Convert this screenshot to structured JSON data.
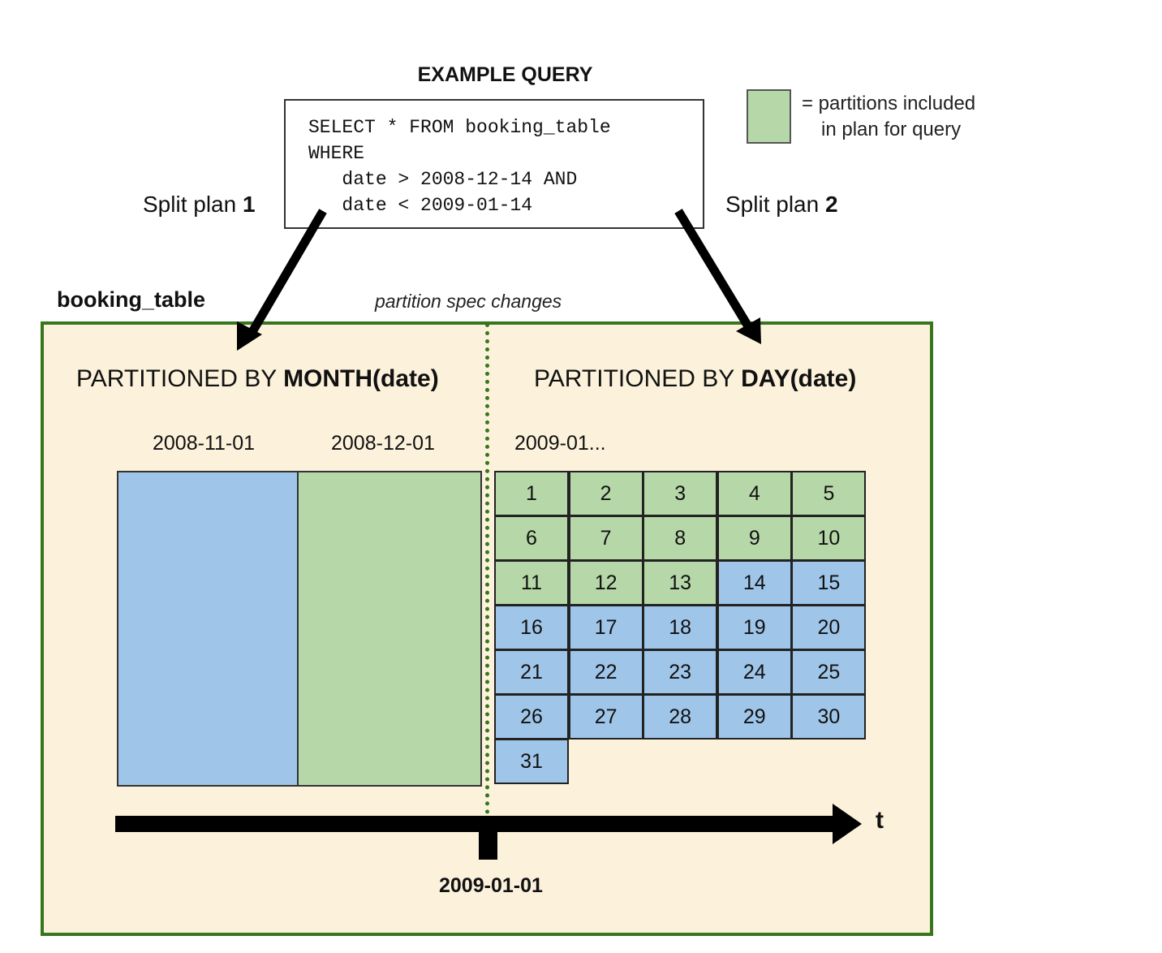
{
  "query": {
    "title": "EXAMPLE QUERY",
    "lines": [
      "SELECT * FROM booking_table",
      "WHERE",
      "   date > 2008-12-14 AND",
      "   date < 2009-01-14"
    ]
  },
  "legend": {
    "color": "#b6d7a8",
    "line1": "= partitions included",
    "line2": "in plan for query"
  },
  "split_plans": {
    "plan1_text": "Split plan ",
    "plan1_num": "1",
    "plan2_text": "Split plan ",
    "plan2_num": "2"
  },
  "table": {
    "name": "booking_table",
    "spec_change": "partition spec changes"
  },
  "month_section": {
    "title_prefix": "PARTITIONED BY ",
    "title_bold": "MONTH(date)",
    "partitions": [
      {
        "date": "2008-11-01",
        "included": false
      },
      {
        "date": "2008-12-01",
        "included": true
      }
    ]
  },
  "day_section": {
    "title_prefix": "PARTITIONED BY ",
    "title_bold": "DAY(date)",
    "month_label": "2009-01...",
    "days": [
      "1",
      "2",
      "3",
      "4",
      "5",
      "6",
      "7",
      "8",
      "9",
      "10",
      "11",
      "12",
      "13",
      "14",
      "15",
      "16",
      "17",
      "18",
      "19",
      "20",
      "21",
      "22",
      "23",
      "24",
      "25",
      "26",
      "27",
      "28",
      "29",
      "30",
      "31"
    ],
    "included_days": [
      "1",
      "2",
      "3",
      "4",
      "5",
      "6",
      "7",
      "8",
      "9",
      "10",
      "11",
      "12",
      "13"
    ]
  },
  "timeline": {
    "axis_label": "t",
    "marker_date": "2009-01-01"
  },
  "colors": {
    "included": "#b6d7a8",
    "excluded": "#9fc5e8",
    "table_bg": "#fcf2dc",
    "table_border": "#38761d"
  }
}
